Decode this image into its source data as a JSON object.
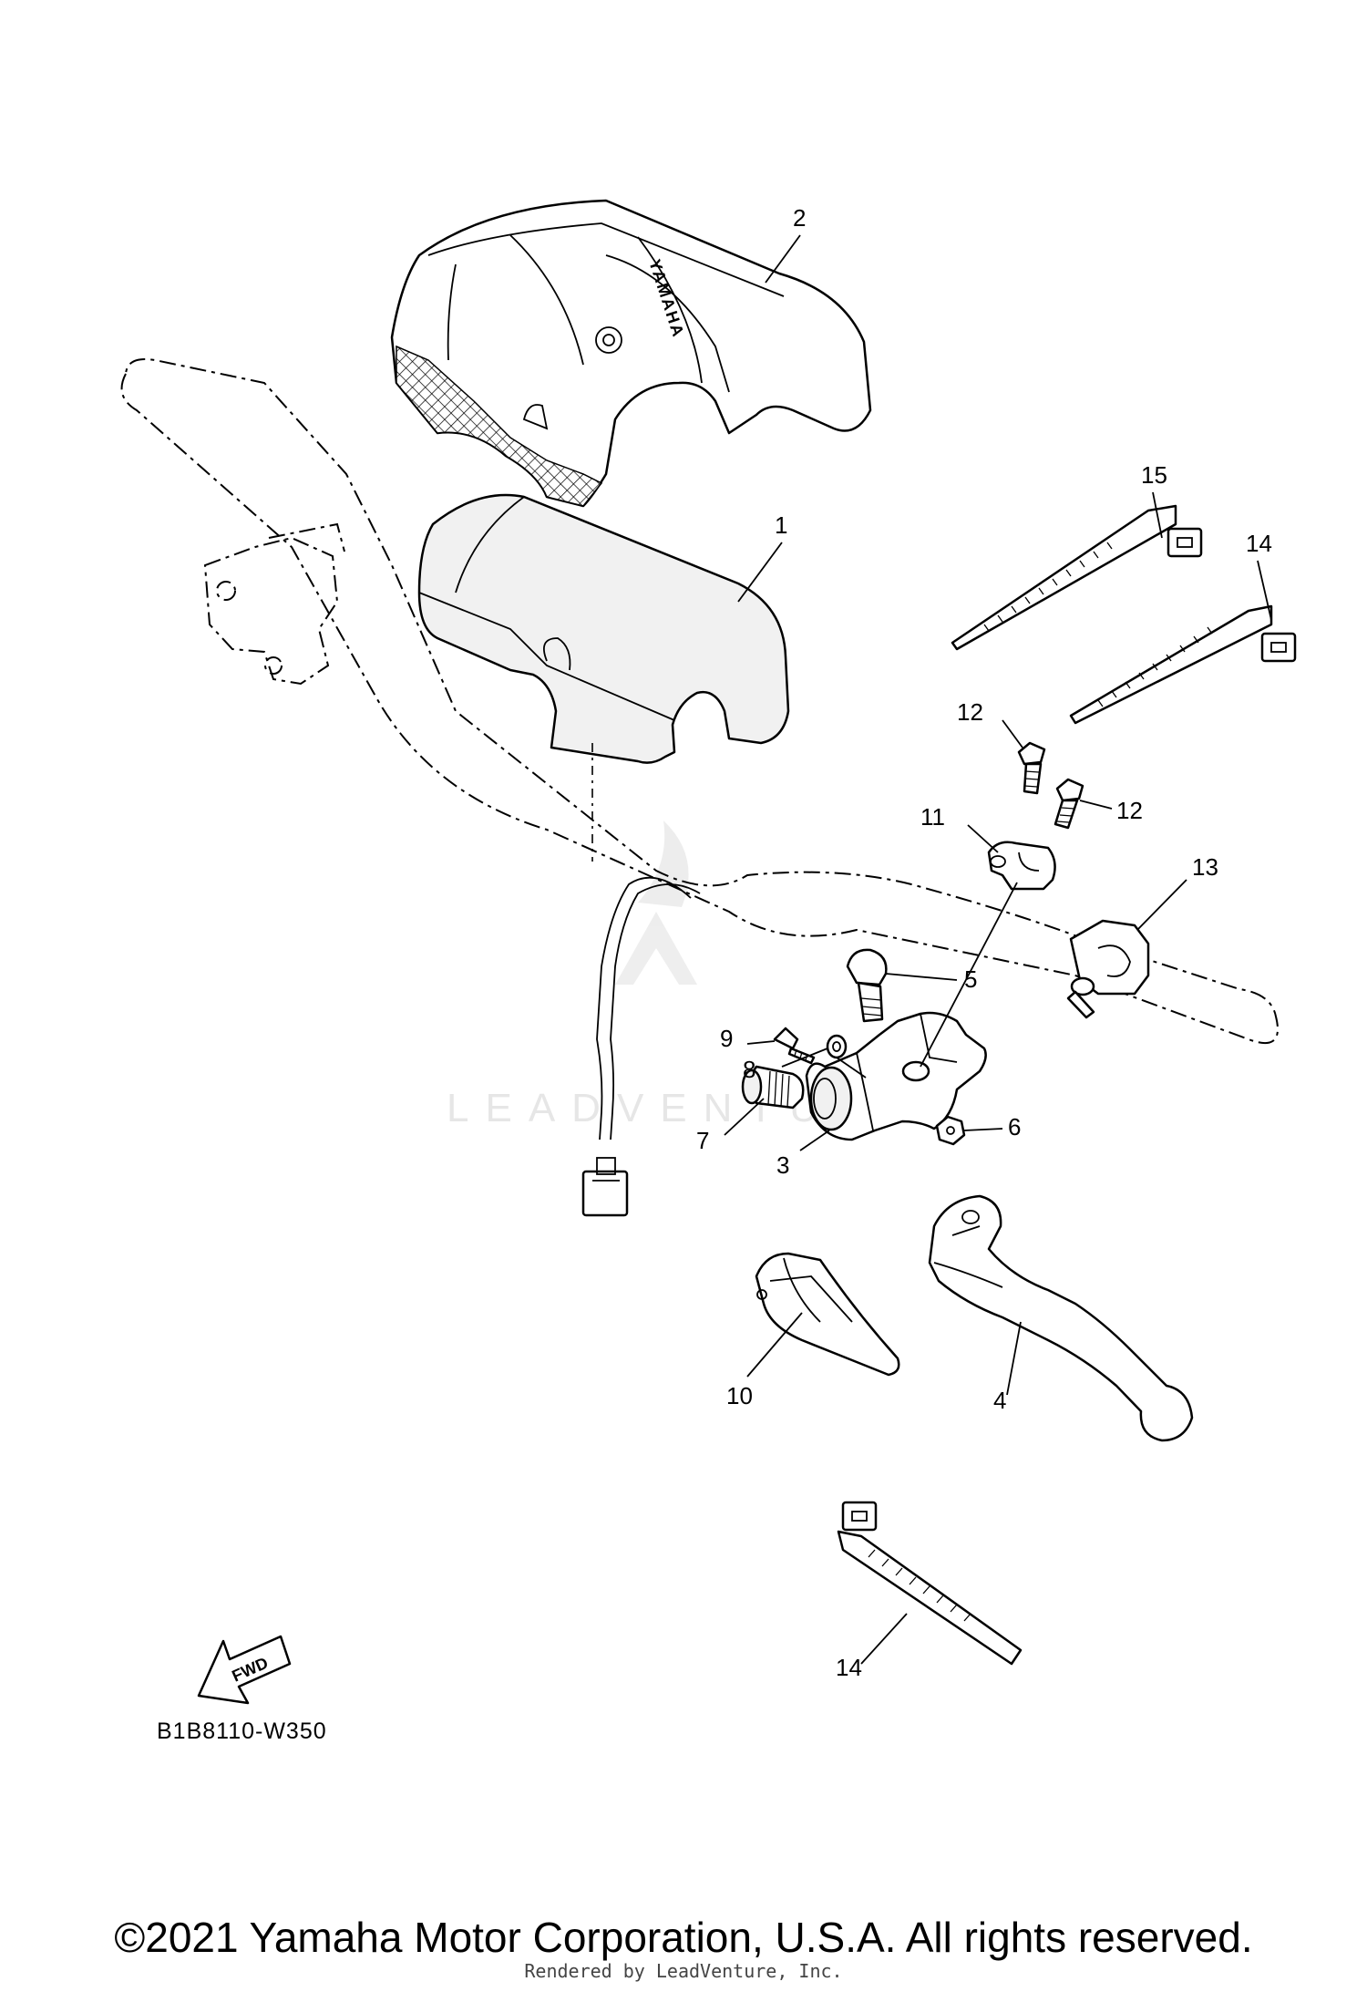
{
  "diagram": {
    "code": "B1B8110-W350",
    "copyright": "©2021 Yamaha Motor Corporation, U.S.A. All rights reserved.",
    "rendered_by": "Rendered by LeadVenture, Inc.",
    "watermark": "LEADVENTURE",
    "fwd_label": "FWD",
    "brand_on_pad": "YAMAHA"
  },
  "callouts": {
    "c1": "1",
    "c2": "2",
    "c3": "3",
    "c4": "4",
    "c5": "5",
    "c6": "6",
    "c7": "7",
    "c8": "8",
    "c9": "9",
    "c10": "10",
    "c11": "11",
    "c12a": "12",
    "c12b": "12",
    "c13": "13",
    "c14a": "14",
    "c14b": "14",
    "c15": "15"
  }
}
